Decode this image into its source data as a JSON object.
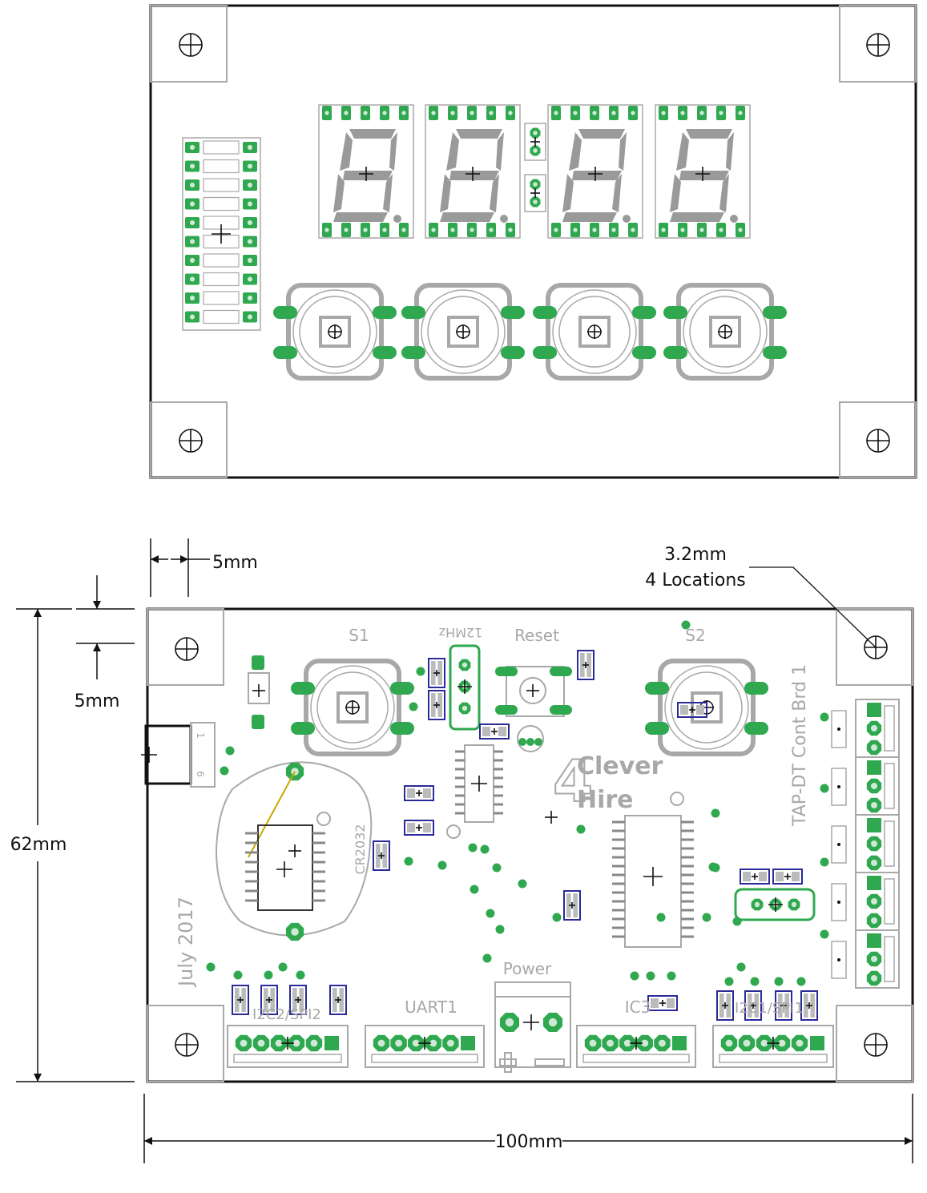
{
  "colors": {
    "pad": "#2fa84f",
    "outline": "#111111",
    "silk": "#a8a8a8",
    "smd": "#2a2a99",
    "copper_light": "#cfe9d6",
    "yellow": "#c8a800"
  },
  "front_board": {
    "digits": 4,
    "buttons": 4
  },
  "back_board": {
    "labels": {
      "s1": "S1",
      "s2": "S2",
      "crystal": "12MHz",
      "reset": "Reset",
      "battery": "CR2032",
      "power": "Power",
      "uart": "UART1",
      "i2c_left": "I2C2/SPI2",
      "i2c_mid": "IC3",
      "i2c_right": "I2C1/SPI1",
      "date": "July 2017",
      "board": "TAP-DT Cont Brd 1",
      "logo_top": "Clever",
      "logo_bottom": "Hire",
      "logo_mark": "4",
      "conn_pin_1": "1",
      "conn_pin_6": "6"
    }
  },
  "dimensions": {
    "corner_width": "5mm",
    "corner_height": "5mm",
    "hole_size": "3.2mm",
    "hole_count": "4 Locations",
    "board_height": "62mm",
    "board_width": "100mm"
  }
}
